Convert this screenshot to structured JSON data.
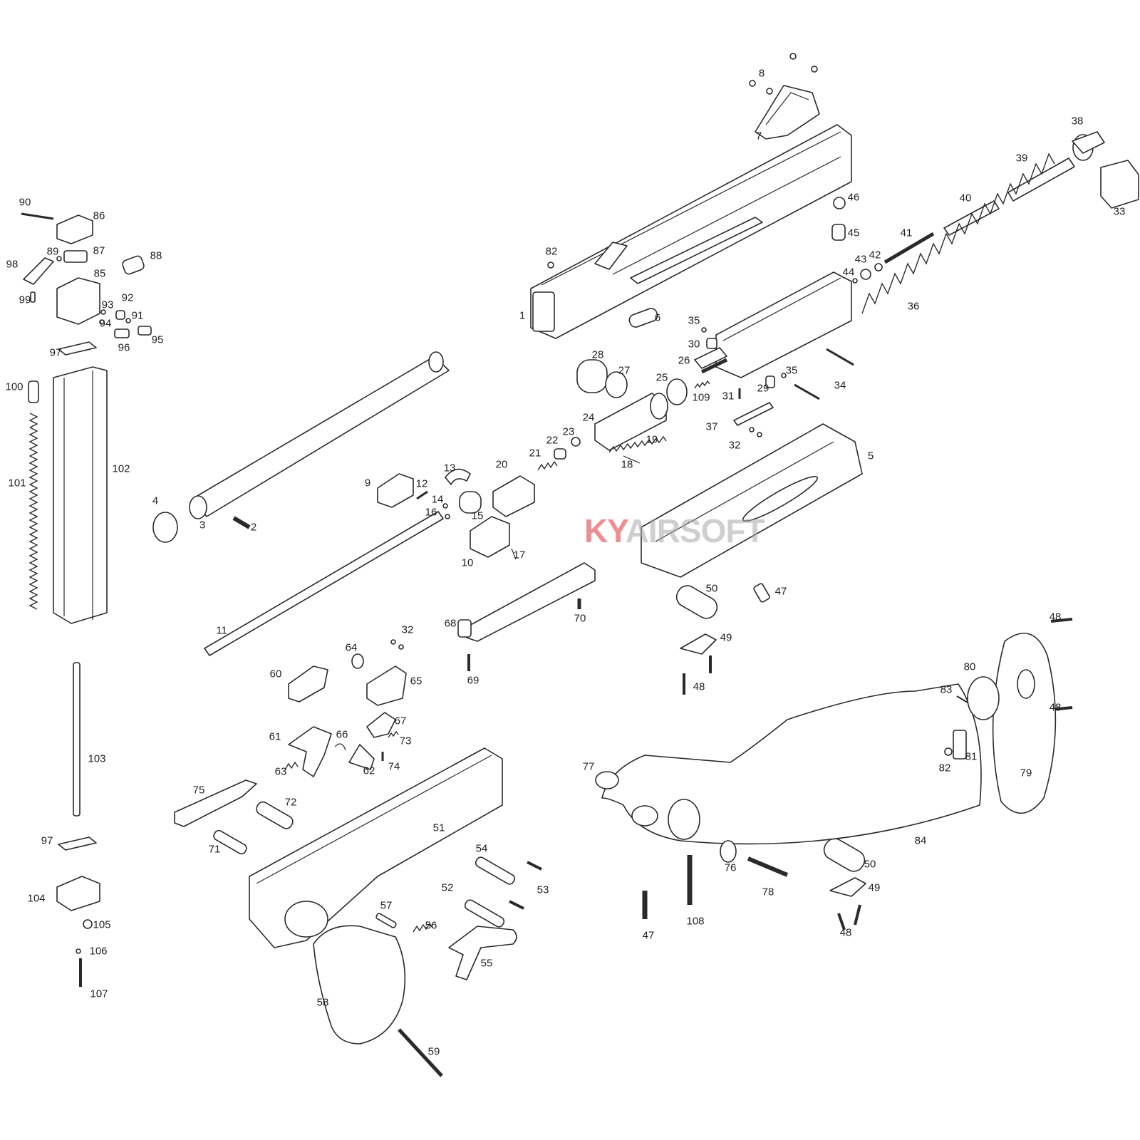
{
  "watermark": {
    "part1": "KY",
    "part2": "AIRSOFT",
    "color_primary": "#e0343a",
    "color_secondary": "#a8a8a8"
  },
  "part_numbers": {
    "n1": "1",
    "n2": "2",
    "n3": "3",
    "n4": "4",
    "n5": "5",
    "n6": "6",
    "n7": "7",
    "n8": "8",
    "n9": "9",
    "n10": "10",
    "n11": "11",
    "n12": "12",
    "n13": "13",
    "n14": "14",
    "n15": "15",
    "n16": "16",
    "n17": "17",
    "n18": "18",
    "n19": "19",
    "n20": "20",
    "n21": "21",
    "n22": "22",
    "n23": "23",
    "n24": "24",
    "n25": "25",
    "n26": "26",
    "n27": "27",
    "n28": "28",
    "n29": "29",
    "n30": "30",
    "n31": "31",
    "n32a": "32",
    "n32b": "32",
    "n33": "33",
    "n34": "34",
    "n35a": "35",
    "n35b": "35",
    "n36": "36",
    "n37": "37",
    "n38": "38",
    "n39": "39",
    "n40": "40",
    "n41": "41",
    "n42": "42",
    "n43": "43",
    "n44": "44",
    "n45": "45",
    "n46": "46",
    "n47a": "47",
    "n47b": "47",
    "n48a": "48",
    "n48b": "48",
    "n48c": "48",
    "n48d": "48",
    "n49a": "49",
    "n49b": "49",
    "n50a": "50",
    "n50b": "50",
    "n51": "51",
    "n52": "52",
    "n53": "53",
    "n54": "54",
    "n55": "55",
    "n56": "56",
    "n57": "57",
    "n58": "58",
    "n59": "59",
    "n60": "60",
    "n61": "61",
    "n62": "62",
    "n63": "63",
    "n64": "64",
    "n65": "65",
    "n66": "66",
    "n67": "67",
    "n68": "68",
    "n69": "69",
    "n70": "70",
    "n71": "71",
    "n72": "72",
    "n73": "73",
    "n74": "74",
    "n75": "75",
    "n76": "76",
    "n77": "77",
    "n78": "78",
    "n79": "79",
    "n80": "80",
    "n81": "81",
    "n82a": "82",
    "n82b": "82",
    "n83": "83",
    "n84": "84",
    "n85": "85",
    "n86": "86",
    "n87": "87",
    "n88": "88",
    "n89": "89",
    "n90": "90",
    "n91": "91",
    "n92": "92",
    "n93": "93",
    "n94": "94",
    "n95": "95",
    "n96": "96",
    "n97a": "97",
    "n97b": "97",
    "n98": "98",
    "n99": "99",
    "n100": "100",
    "n101": "101",
    "n102": "102",
    "n103": "103",
    "n104": "104",
    "n105": "105",
    "n106": "106",
    "n107": "107",
    "n108": "108",
    "n109": "109"
  }
}
